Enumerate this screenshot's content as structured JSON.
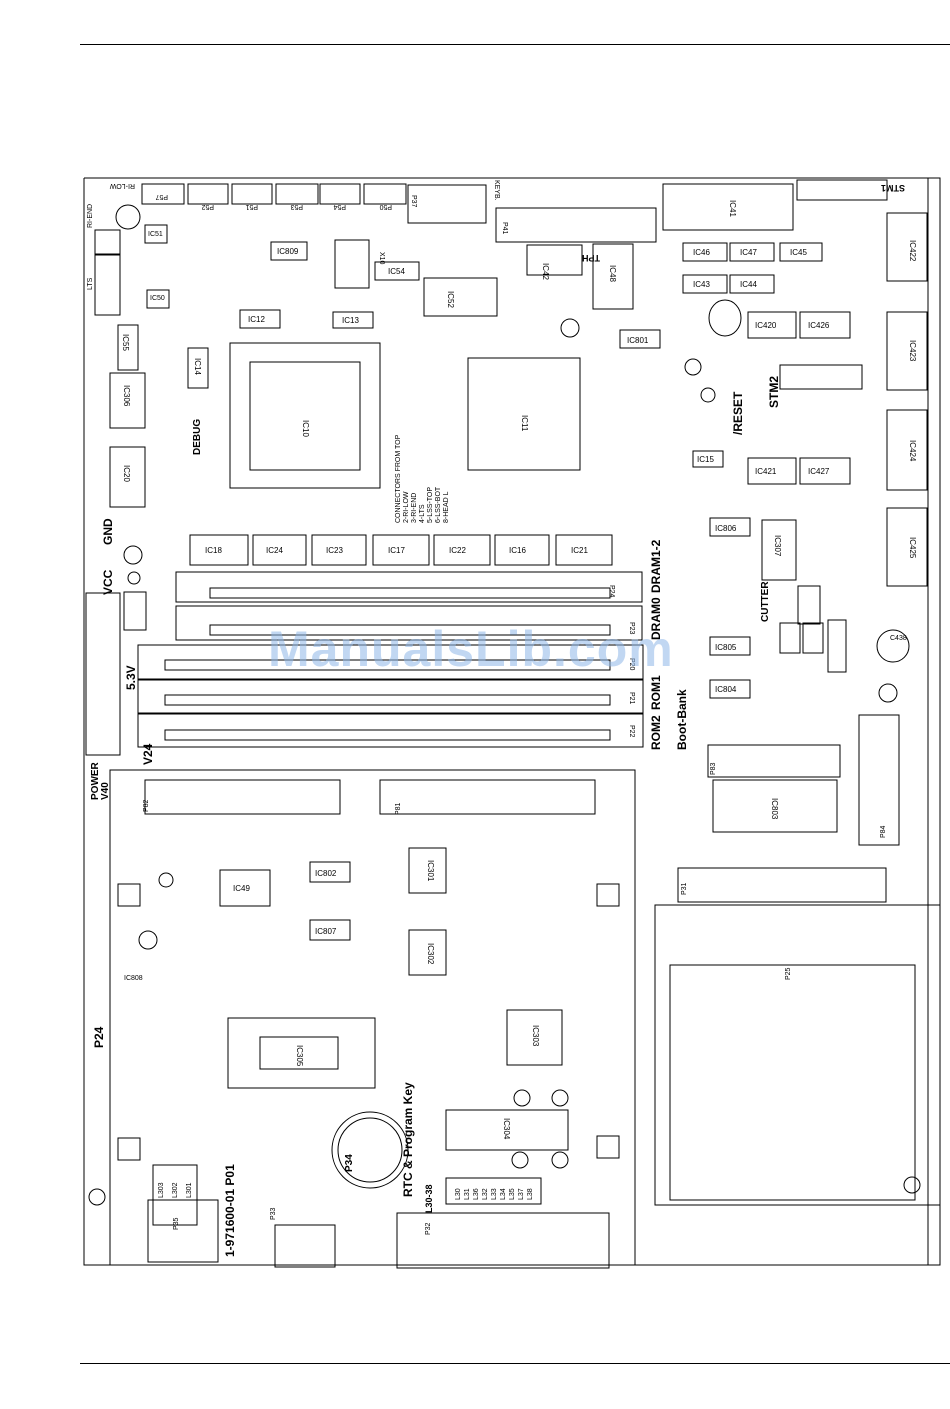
{
  "watermark": "ManualsLib.com",
  "board": {
    "top_connectors": [
      "P57",
      "P52",
      "P51",
      "P53",
      "P54",
      "P50",
      "P37",
      "P41"
    ],
    "top_left_labels": [
      "RI-LOW",
      "RI-END",
      "LTS",
      "KEYB.",
      "TPH",
      "STM1"
    ],
    "ics": [
      {
        "id": "ic10",
        "label": "IC10"
      },
      {
        "id": "ic11",
        "label": "IC11"
      },
      {
        "id": "ic12",
        "label": "IC12"
      },
      {
        "id": "ic13",
        "label": "IC13"
      },
      {
        "id": "ic14",
        "label": "IC14"
      },
      {
        "id": "ic20",
        "label": "IC20"
      },
      {
        "id": "ic306",
        "label": "IC306"
      },
      {
        "id": "ic55",
        "label": "IC55"
      },
      {
        "id": "ic52",
        "label": "IC52"
      },
      {
        "id": "ic54",
        "label": "IC54"
      },
      {
        "id": "ic42",
        "label": "IC42"
      },
      {
        "id": "ic48",
        "label": "IC48"
      },
      {
        "id": "ic41",
        "label": "IC41"
      },
      {
        "id": "ic46",
        "label": "IC46"
      },
      {
        "id": "ic47",
        "label": "IC47"
      },
      {
        "id": "ic45",
        "label": "IC45"
      },
      {
        "id": "ic43",
        "label": "IC43"
      },
      {
        "id": "ic44",
        "label": "IC44"
      },
      {
        "id": "ic420",
        "label": "IC420"
      },
      {
        "id": "ic426",
        "label": "IC426"
      },
      {
        "id": "ic421",
        "label": "IC421"
      },
      {
        "id": "ic427",
        "label": "IC427"
      },
      {
        "id": "ic422",
        "label": "IC422"
      },
      {
        "id": "ic423",
        "label": "IC423"
      },
      {
        "id": "ic424",
        "label": "IC424"
      },
      {
        "id": "ic425",
        "label": "IC425"
      },
      {
        "id": "ic801",
        "label": "IC801"
      },
      {
        "id": "ic806",
        "label": "IC806"
      },
      {
        "id": "ic307",
        "label": "IC307"
      },
      {
        "id": "ic805",
        "label": "IC805"
      },
      {
        "id": "ic804",
        "label": "IC804"
      },
      {
        "id": "ic803",
        "label": "IC803"
      },
      {
        "id": "ic809",
        "label": "IC809"
      },
      {
        "id": "ic15",
        "label": "IC15"
      },
      {
        "id": "ic18",
        "label": "IC18"
      },
      {
        "id": "ic24",
        "label": "IC24"
      },
      {
        "id": "ic23",
        "label": "IC23"
      },
      {
        "id": "ic17",
        "label": "IC17"
      },
      {
        "id": "ic22",
        "label": "IC22"
      },
      {
        "id": "ic16",
        "label": "IC16"
      },
      {
        "id": "ic21",
        "label": "IC21"
      },
      {
        "id": "ic49",
        "label": "IC49"
      },
      {
        "id": "ic802",
        "label": "IC802"
      },
      {
        "id": "ic807",
        "label": "IC807"
      },
      {
        "id": "ic301",
        "label": "IC301"
      },
      {
        "id": "ic302",
        "label": "IC302"
      },
      {
        "id": "ic305",
        "label": "IC305"
      },
      {
        "id": "ic303",
        "label": "IC303"
      },
      {
        "id": "ic304",
        "label": "IC304"
      },
      {
        "id": "ic808",
        "label": "IC808"
      },
      {
        "id": "ic50",
        "label": "IC50"
      },
      {
        "id": "ic51",
        "label": "IC51"
      }
    ],
    "slot_labels": [
      "P24",
      "P23",
      "P20",
      "P21",
      "P22"
    ],
    "labels": {
      "debug": "DEBUG",
      "reset": "/RESET",
      "stm2": "STM2",
      "cutter": "CUTTER",
      "gnd": "GND",
      "vcc": "VCC",
      "v53": "5.3V",
      "v24": "V24",
      "power": "POWER",
      "v40": "V40",
      "p24": "P24",
      "dram0": "DRAM0",
      "dram12": "DRAM1-2",
      "rom1": "ROM1",
      "rom2": "ROM2",
      "bootbank": "Boot-Bank",
      "rtc": "RTC & Program Key",
      "part": "1-971600-01 P01",
      "p34": "P34",
      "l30": "L30-38",
      "p25": "P25",
      "p35": "P35",
      "p32": "P32",
      "p33": "P33",
      "p82": "P82",
      "p81": "P81",
      "p31": "P31",
      "p83": "P83",
      "p84": "P84",
      "x10": "X10",
      "c438": "C438"
    },
    "connectors_note": [
      "CONNECTORS FROM TOP",
      "2-RI-LOW",
      "3-RI-END",
      "4-LTS",
      "5-LSS-TOP",
      "6-LSS-BOT",
      "8-HEAD L"
    ],
    "l_parts": [
      "L30",
      "L31",
      "L36",
      "L32",
      "L33",
      "L34",
      "L35",
      "L37",
      "L38"
    ],
    "l_top": [
      "L303",
      "L302",
      "L301"
    ]
  }
}
